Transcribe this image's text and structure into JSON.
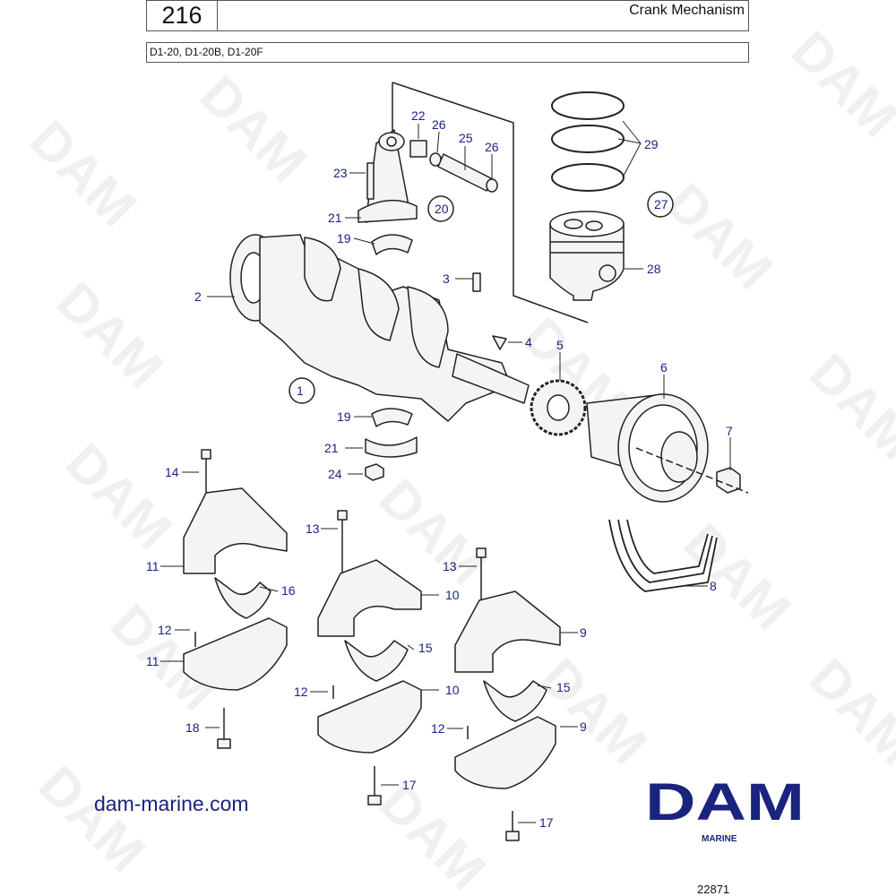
{
  "header": {
    "page_number": "216",
    "title": "Crank Mechanism",
    "models": "D1-20, D1-20B, D1-20F"
  },
  "callouts": {
    "c1": "1",
    "c2": "2",
    "c3": "3",
    "c4": "4",
    "c5": "5",
    "c6": "6",
    "c7": "7",
    "c8": "8",
    "c9a": "9",
    "c9b": "9",
    "c10a": "10",
    "c10b": "10",
    "c11a": "11",
    "c11b": "11",
    "c12a": "12",
    "c12b": "12",
    "c12c": "12",
    "c13a": "13",
    "c13b": "13",
    "c14": "14",
    "c15a": "15",
    "c15b": "15",
    "c16": "16",
    "c17a": "17",
    "c17b": "17",
    "c18": "18",
    "c19a": "19",
    "c19b": "19",
    "c20": "20",
    "c21a": "21",
    "c21b": "21",
    "c22": "22",
    "c23": "23",
    "c24": "24",
    "c25": "25",
    "c26a": "26",
    "c26b": "26",
    "c27": "27",
    "c28": "28",
    "c29": "29"
  },
  "footer": {
    "website": "dam-marine.com",
    "logo_text": "DAM",
    "logo_sub": "MARINE",
    "drawing_number": "22871"
  },
  "watermark": "DAM",
  "colors": {
    "callout": "#1a237e",
    "logo": "#1a237e",
    "line": "#222222",
    "part_fill": "#f4f4f4"
  }
}
